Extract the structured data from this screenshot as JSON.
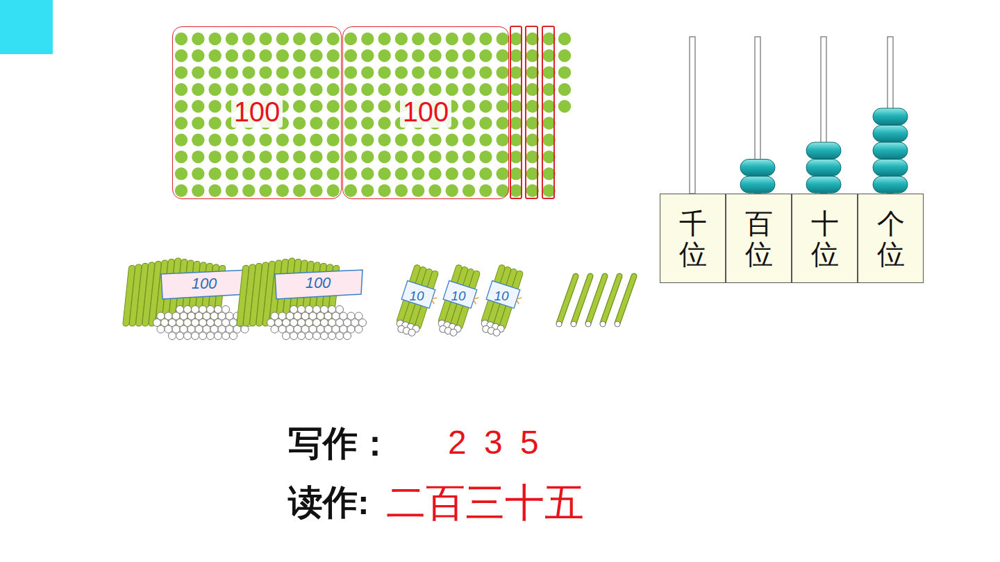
{
  "diagram": {
    "nodes": [
      {
        "text": [
          "100"
        ]
      },
      {
        "text": [
          "100"
        ]
      },
      {
        "text": [
          "千位"
        ]
      },
      {
        "text": [
          "百位"
        ]
      },
      {
        "text": [
          "十位"
        ]
      },
      {
        "text": [
          "个位"
        ]
      }
    ],
    "labels": [
      "100",
      "100",
      "10",
      "10",
      "10",
      "写作：",
      "2 3 5",
      "读作:",
      "二百三十五"
    ]
  }
}
